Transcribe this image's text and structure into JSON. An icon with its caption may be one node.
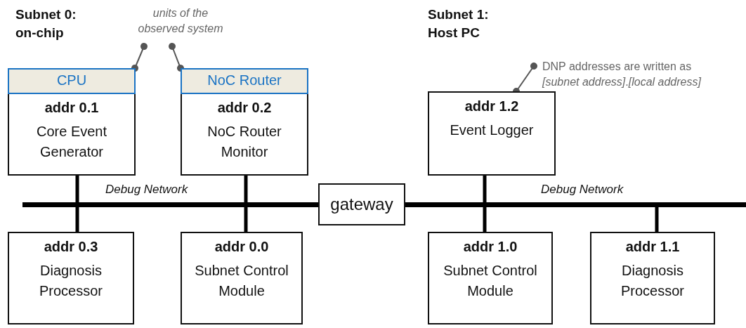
{
  "diagram": {
    "nodes": [
      {
        "text": [
          "units of the observed system"
        ]
      },
      {
        "text": [
          "CPU",
          "addr 0.1",
          "Core Event Generator"
        ]
      },
      {
        "text": [
          "NoC Router",
          "addr 0.2",
          "NoC Router Monitor"
        ]
      },
      {
        "text": [
          "DNP addresses are written as *[subnet address]*.*[local address]*"
        ]
      },
      {
        "text": [
          "addr 1.2",
          "Event Logger"
        ]
      },
      {
        "text": [],
        "shape": "bar",
        "beside": [
          "Debug Network"
        ]
      },
      {
        "text": [
          "gateway"
        ]
      },
      {
        "text": [],
        "shape": "bar",
        "beside": [
          "Debug Network"
        ]
      },
      {
        "text": [
          "addr 0.3",
          "Diagnosis Processor"
        ]
      },
      {
        "text": [
          "addr 0.0",
          "Subnet Control Module"
        ]
      },
      {
        "text": [
          "addr 1.0",
          "Subnet Control Module"
        ]
      },
      {
        "text": [
          "addr 1.1",
          "Diagnosis Processor"
        ]
      }
    ],
    "edges": [
      {
        "from": 0,
        "to": 1,
        "arrow": "other",
        "color": "#555555"
      },
      {
        "from": 0,
        "to": 2,
        "arrow": "other",
        "color": "#555555"
      },
      {
        "from": 3,
        "to": 4,
        "arrow": "other",
        "color": "#555555"
      },
      {
        "from": 1,
        "to": 5,
        "arrow": "none"
      },
      {
        "from": 2,
        "to": 5,
        "arrow": "none"
      },
      {
        "from": 4,
        "to": 7,
        "arrow": "none"
      },
      {
        "from": 5,
        "to": 6,
        "arrow": "none"
      },
      {
        "from": 6,
        "to": 7,
        "arrow": "none"
      },
      {
        "from": 8,
        "to": 5,
        "arrow": "none"
      },
      {
        "from": 9,
        "to": 5,
        "arrow": "none"
      },
      {
        "from": 10,
        "to": 7,
        "arrow": "none"
      },
      {
        "from": 11,
        "to": 7,
        "arrow": "none"
      }
    ],
    "labels": [
      "Subnet 0: on-chip",
      "Subnet 1: Host PC"
    ]
  }
}
